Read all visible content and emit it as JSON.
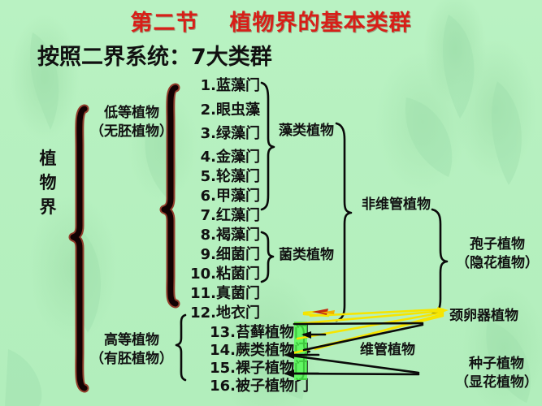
{
  "slide": {
    "title_section": "第二节",
    "title_main": "植物界的基本类群",
    "subtitle": "按照二界系统：7大类群",
    "title_color": "#d71f18",
    "background_color": "#b6f0c0"
  },
  "kingdom": {
    "label": "植物界",
    "char1": "植",
    "char2": "物",
    "char3": "界"
  },
  "divisions": {
    "lower": {
      "line1": "低等植物",
      "line2": "（无胚植物）"
    },
    "higher": {
      "line1": "高等植物",
      "line2": "（有胚植物）"
    }
  },
  "phyla": [
    {
      "n": "1.",
      "name": "蓝藻门"
    },
    {
      "n": "2.",
      "name": "眼虫藻"
    },
    {
      "n": "3.",
      "name": "绿藻门"
    },
    {
      "n": "4.",
      "name": "金藻门"
    },
    {
      "n": "5.",
      "name": "轮藻门"
    },
    {
      "n": "6.",
      "name": "甲藻门"
    },
    {
      "n": "7.",
      "name": "红藻门"
    },
    {
      "n": "8.",
      "name": "褐藻门"
    },
    {
      "n": "9.",
      "name": "细菌门"
    },
    {
      "n": "10.",
      "name": "粘菌门"
    },
    {
      "n": "11.",
      "name": "真菌门"
    },
    {
      "n": "12.",
      "name": "地衣门"
    },
    {
      "n": "13.",
      "name": "苔藓植物门"
    },
    {
      "n": "14.",
      "name": "蕨类植物门"
    },
    {
      "n": "15.",
      "name": "裸子植物门"
    },
    {
      "n": "16.",
      "name": "被子植物门"
    }
  ],
  "groups": {
    "algae": "藻类植物",
    "fungi": "菌类植物",
    "nonvascular": "非维管植物",
    "vascular": "维管植物"
  },
  "right_labels": {
    "spore": {
      "line1": "孢子植物",
      "line2": "（隐花植物）"
    },
    "archegoniate": {
      "line1": "颈卵器植物"
    },
    "seed": {
      "line1": "种子植物",
      "line2": "（显花植物）"
    }
  },
  "accents": {
    "highlight_green": "#4dfb4d",
    "connector_yellow": "#f6e500",
    "brace_black": "#0a0a0a",
    "brace_red": "#8c1d12"
  }
}
